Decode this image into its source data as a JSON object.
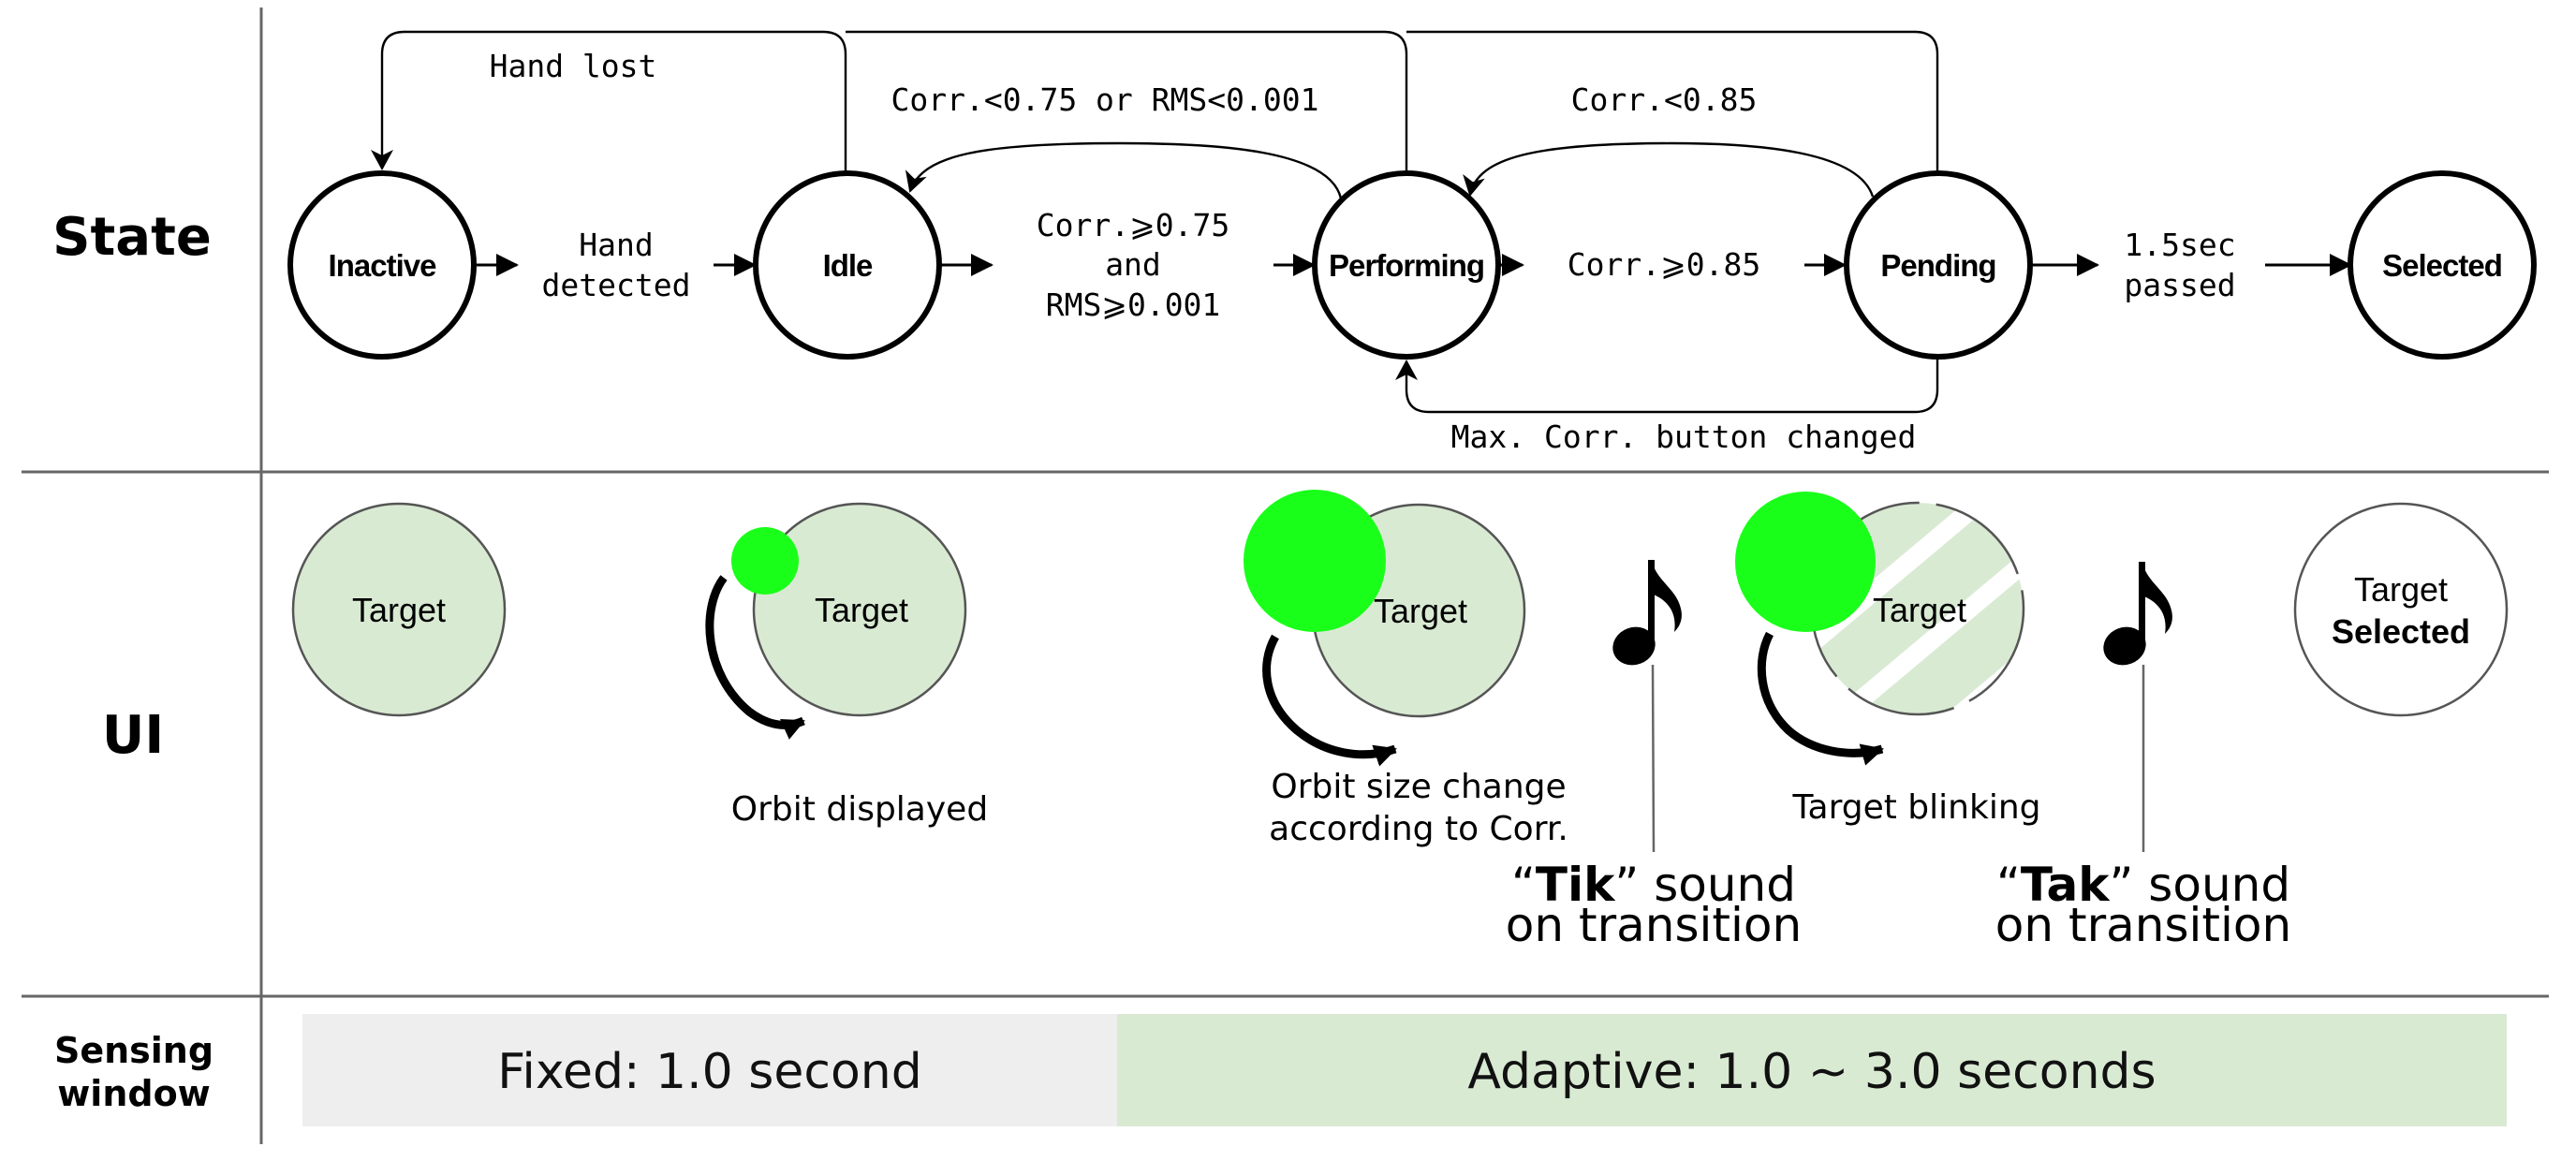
{
  "row_labels": {
    "state": "State",
    "ui": "UI",
    "sensing_line1": "Sensing",
    "sensing_line2": "window"
  },
  "states": [
    {
      "id": "inactive",
      "label": "Inactive"
    },
    {
      "id": "idle",
      "label": "Idle"
    },
    {
      "id": "performing",
      "label": "Performing"
    },
    {
      "id": "pending",
      "label": "Pending"
    },
    {
      "id": "selected",
      "label": "Selected"
    }
  ],
  "transitions": {
    "hand_lost": "Hand lost",
    "hand_detected_line1": "Hand",
    "hand_detected_line2": "detected",
    "idle_to_perf_line1": "Corr.⩾0.75",
    "idle_to_perf_line2": "and",
    "idle_to_perf_line3": "RMS⩾0.001",
    "perf_to_idle": "Corr.<0.75 or RMS<0.001",
    "perf_to_pending": "Corr.⩾0.85",
    "pending_to_perf": "Corr.<0.85",
    "max_corr_changed": "Max. Corr. button changed",
    "pending_to_selected_line1": "1.5sec",
    "pending_to_selected_line2": "passed"
  },
  "ui": {
    "target_label": "Target",
    "selected_label": "Selected",
    "orbit_displayed": "Orbit displayed",
    "orbit_size_line1": "Orbit size change",
    "orbit_size_line2": "according to Corr.",
    "target_blinking": "Target blinking",
    "tik_open_quote": "“",
    "tik_word": "Tik",
    "tik_close_quote": "”",
    "tik_rest": " sound",
    "tak_word": "Tak",
    "sound_line2": "on transition",
    "icons": [
      "music-note-icon",
      "orbit-arrow-icon"
    ]
  },
  "sensing_window": {
    "fixed": "Fixed: 1.0 second",
    "adaptive": "Adaptive: 1.0 ~ 3.0 seconds"
  },
  "colors": {
    "target_fill": "#d9ead3",
    "cursor_green": "#1aff1a",
    "fixed_bg": "#eeeeee",
    "adaptive_bg": "#d9ead3",
    "grid": "#666666"
  }
}
